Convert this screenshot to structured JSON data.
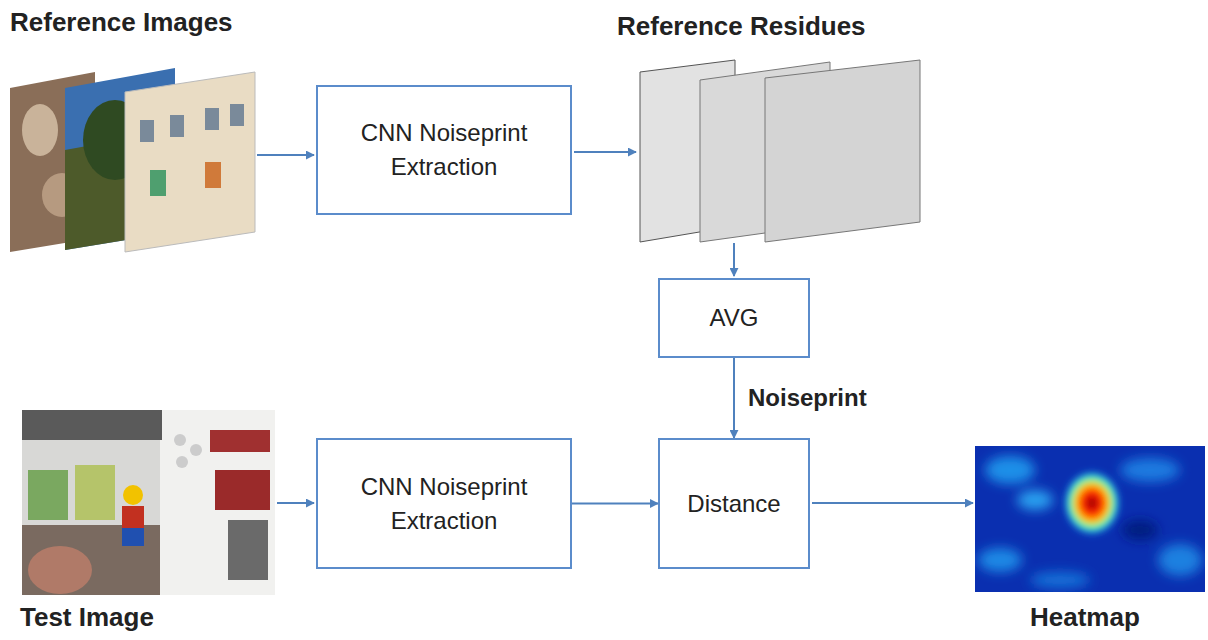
{
  "diagram": {
    "nodes": [
      {
        "text": [
          "CNN Noiseprint Extraction"
        ]
      },
      {
        "text": [
          "AVG"
        ]
      },
      {
        "text": [
          "CNN Noiseprint Extraction"
        ]
      },
      {
        "text": [
          "Distance"
        ]
      }
    ],
    "edges": [
      {
        "from": 1,
        "to": 3,
        "arrow": "to",
        "label": "Noiseprint"
      },
      {
        "from": 2,
        "to": 3,
        "arrow": "to"
      }
    ],
    "labels": [
      "Reference Images",
      "Reference Residues",
      "Test Image",
      "Heatmap"
    ]
  }
}
